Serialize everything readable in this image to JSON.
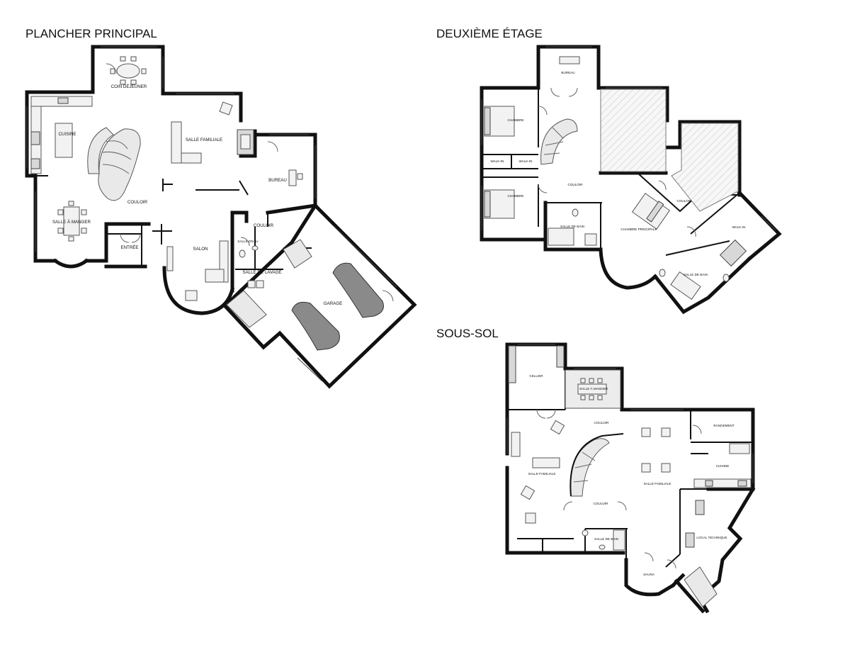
{
  "floors": {
    "main": {
      "title": "PLANCHER PRINCIPAL",
      "rooms": {
        "coin_dejeuner": "COIN DÉJEUNER",
        "cuisine": "CUISINE",
        "salle_familiale": "SALLE FAMILIALE",
        "bureau": "BUREAU",
        "couloir_1": "COULOIR",
        "salle_a_manger": "SALLE À MANGER",
        "entree": "ENTRÉE",
        "salon": "SALON",
        "couloir_2": "COULOIR",
        "salle_deau": "SALLE D'EAU",
        "salle_de_lavage": "SALLE DE LAVAGE",
        "garage": "GARAGE"
      }
    },
    "second": {
      "title": "DEUXIÈME ÉTAGE",
      "rooms": {
        "bureau": "BUREAU",
        "chambre_1": "CHAMBRE",
        "walkin_1": "WALK-IN",
        "walkin_2": "WALK-IN",
        "chambre_2": "CHAMBRE",
        "couloir_1": "COULOIR",
        "couloir_2": "COULOIR",
        "salle_de_bain_1": "SALLE DE BAIN",
        "chambre_principale": "CHAMBRE PRINCIPALE",
        "walkin_3": "WALK-IN",
        "salle_de_bain_2": "SALLE DE BAIN"
      }
    },
    "basement": {
      "title": "SOUS-SOL",
      "rooms": {
        "cellier": "CELLIER",
        "salle_a_manger": "SALLE À MANGER",
        "couloir_1": "COULOIR",
        "rangement": "RANGEMENT",
        "cuisine": "CUISINE",
        "salle_familiale_1": "SALLE FAMILIALE",
        "salle_familiale_2": "SALLE FAMILIALE",
        "couloir_2": "COULOIR",
        "salle_de_bain": "SALLE DE BAIN",
        "local_technique": "LOCAL TECHNIQUE",
        "sauna": "SAUNA"
      }
    }
  }
}
